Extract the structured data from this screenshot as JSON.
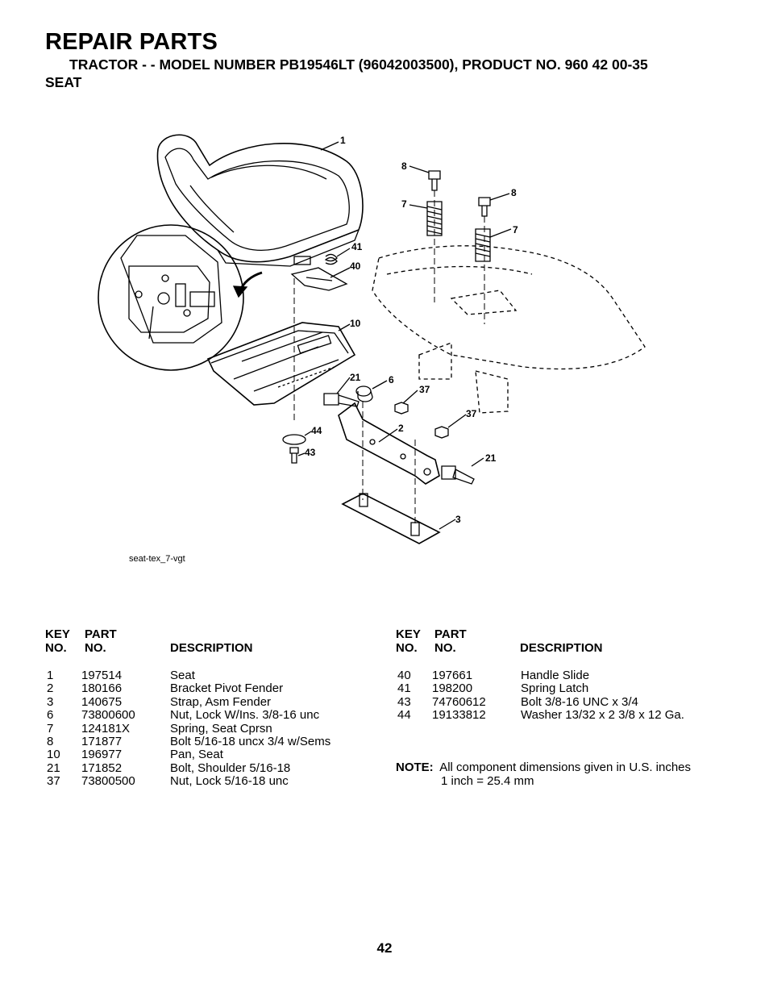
{
  "header": {
    "title": "REPAIR PARTS",
    "subtitle": "TRACTOR - - MODEL NUMBER PB19546LT (96042003500), PRODUCT NO. 960 42 00-35",
    "section": "SEAT"
  },
  "diagram": {
    "caption": "seat-tex_7-vgt",
    "callouts": [
      "1",
      "8",
      "7",
      "8",
      "7",
      "41",
      "40",
      "10",
      "21",
      "6",
      "37",
      "37",
      "2",
      "44",
      "43",
      "21",
      "3"
    ]
  },
  "table_headers": {
    "key_line1": "KEY",
    "key_line2": "NO.",
    "part_line1": "PART",
    "part_line2": "NO.",
    "description": "DESCRIPTION"
  },
  "parts_left": [
    {
      "key": "1",
      "part": "197514",
      "desc": "Seat"
    },
    {
      "key": "2",
      "part": "180166",
      "desc": "Bracket Pivot Fender"
    },
    {
      "key": "3",
      "part": "140675",
      "desc": "Strap, Asm Fender"
    },
    {
      "key": "6",
      "part": "73800600",
      "desc": "Nut, Lock  W/Ins. 3/8-16 unc"
    },
    {
      "key": "7",
      "part": "124181X",
      "desc": "Spring, Seat Cprsn"
    },
    {
      "key": "8",
      "part": "171877",
      "desc": "Bolt 5/16-18 uncx 3/4 w/Sems"
    },
    {
      "key": "10",
      "part": "196977",
      "desc": "Pan, Seat"
    },
    {
      "key": "21",
      "part": "171852",
      "desc": "Bolt, Shoulder  5/16-18"
    },
    {
      "key": "37",
      "part": "73800500",
      "desc": "Nut, Lock 5/16-18 unc"
    }
  ],
  "parts_right": [
    {
      "key": "40",
      "part": "197661",
      "desc": "Handle Slide"
    },
    {
      "key": "41",
      "part": "198200",
      "desc": "Spring Latch"
    },
    {
      "key": "43",
      "part": "74760612",
      "desc": "Bolt 3/8-16 UNC x 3/4"
    },
    {
      "key": "44",
      "part": "19133812",
      "desc": "Washer 13/32 x 2 3/8 x 12 Ga."
    }
  ],
  "note": {
    "label": "NOTE:",
    "line1": "All component dimensions given in U.S. inches",
    "line2": "1 inch = 25.4 mm"
  },
  "page_number": "42"
}
